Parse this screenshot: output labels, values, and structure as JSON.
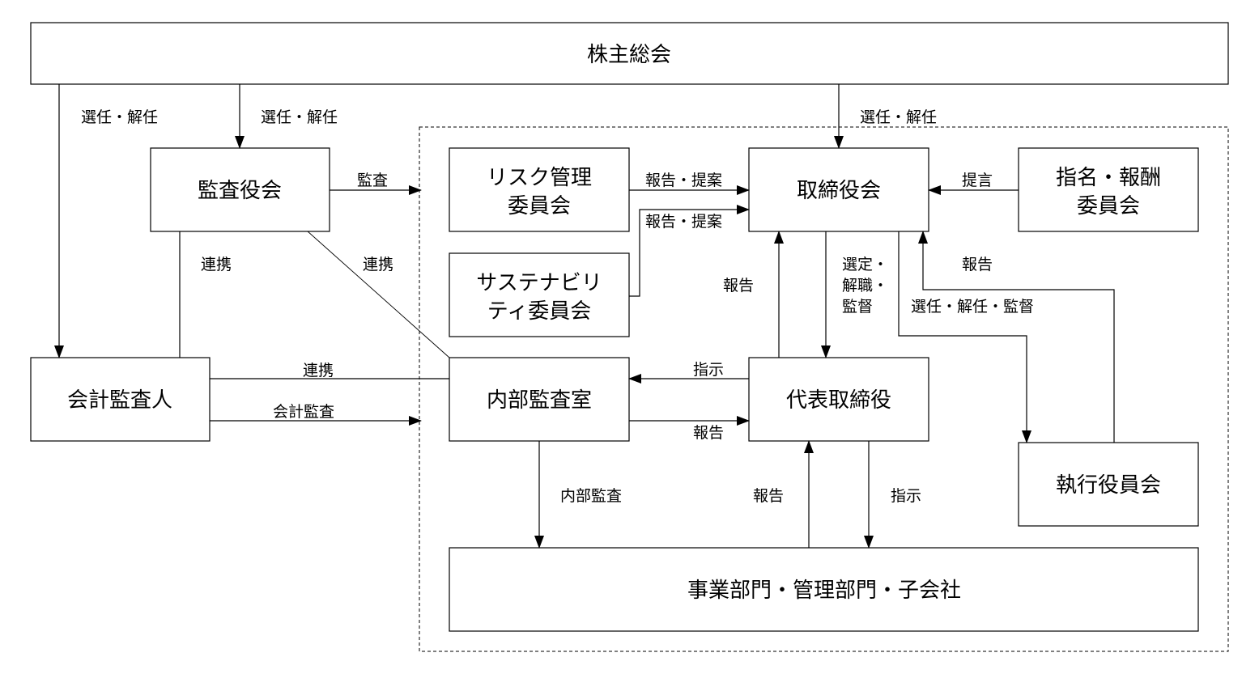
{
  "boxes": {
    "shareholders": "株主総会",
    "audit_board": "監査役会",
    "accounting_auditor": "会計監査人",
    "risk_committee": [
      "リスク管理",
      "委員会"
    ],
    "sustainability_committee": [
      "サステナビリ",
      "ティ委員会"
    ],
    "board": "取締役会",
    "nomination_committee": [
      "指名・報酬",
      "委員会"
    ],
    "internal_audit": "内部監査室",
    "representative_director": "代表取締役",
    "executive_officers": "執行役員会",
    "business_units": "事業部門・管理部門・子会社"
  },
  "labels": {
    "elect_dismiss_auditor": "選任・解任",
    "elect_dismiss_audit_board": "選任・解任",
    "elect_dismiss_board": "選任・解任",
    "audit": "監査",
    "report_proposal_risk": "報告・提案",
    "report_proposal_sustainability": "報告・提案",
    "proposal": "提言",
    "cooperation_audit_board_auditor": "連携",
    "cooperation_audit_board_internal": "連携",
    "report_rep_to_board": "報告",
    "select_dismiss_supervise": [
      "選定・",
      "解職・",
      "監督"
    ],
    "report_exec_to_board": "報告",
    "elect_dismiss_supervise_exec": "選任・解任・監督",
    "cooperation_auditor_internal": "連携",
    "accounting_audit": "会計監査",
    "instruction_rep_to_internal": "指示",
    "report_internal_to_rep": "報告",
    "internal_audit_flow": "内部監査",
    "report_business_to_rep": "報告",
    "instruction_rep_to_business": "指示"
  }
}
